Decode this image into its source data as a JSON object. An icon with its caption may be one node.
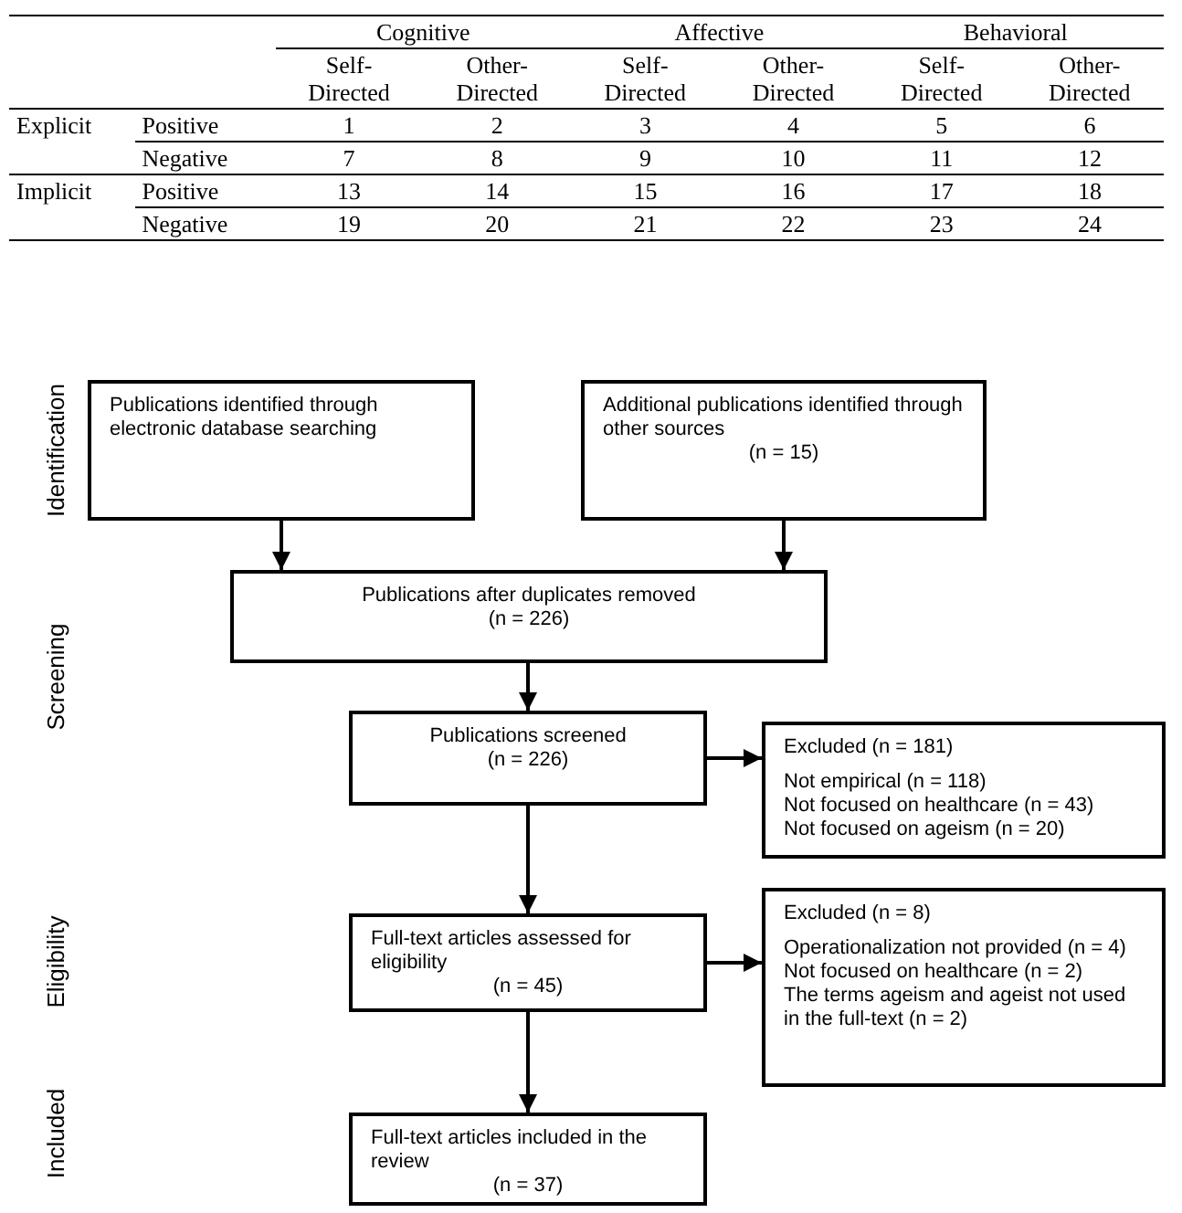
{
  "diagram": {
    "nodes": [
      {
        "text": [
          "Publications identified through electronic database searching"
        ]
      },
      {
        "text": [
          "Additional publications identified through other sources",
          "(n = 15)"
        ]
      },
      {
        "text": [
          "Publications after duplicates removed",
          "(n = 226)"
        ]
      },
      {
        "text": [
          "Publications screened",
          "(n = 226)"
        ]
      },
      {
        "text": [
          "Excluded (n = 181)",
          "Not empirical (n = 118)",
          "Not focused on healthcare (n = 43)",
          "Not focused on ageism (n = 20)"
        ]
      },
      {
        "text": [
          "Full-text articles assessed for eligibility",
          "(n = 45)"
        ]
      },
      {
        "text": [
          "Excluded (n = 8)",
          "Operationalization not provided (n = 4)",
          "Not focused on healthcare (n = 2)",
          "The terms ageism and ageist not used in the full-text (n = 2)"
        ]
      },
      {
        "text": [
          "Full-text articles included in the review",
          "(n = 37)"
        ]
      }
    ],
    "edges": [
      {
        "from": 0,
        "to": 2,
        "arrow": "to"
      },
      {
        "from": 1,
        "to": 2,
        "arrow": "to"
      },
      {
        "from": 2,
        "to": 3,
        "arrow": "to"
      },
      {
        "from": 3,
        "to": 4,
        "arrow": "to"
      },
      {
        "from": 3,
        "to": 5,
        "arrow": "to"
      },
      {
        "from": 5,
        "to": 6,
        "arrow": "to"
      },
      {
        "from": 5,
        "to": 7,
        "arrow": "to"
      }
    ],
    "labels": [
      "Cognitive",
      "Affective",
      "Behavioral",
      "Self- Directed",
      "Other- Directed",
      "Self- Directed",
      "Other- Directed",
      "Self- Directed",
      "Other- Directed",
      "Explicit",
      "Positive",
      "1",
      "2",
      "3",
      "4",
      "5",
      "6",
      "Negative",
      "7",
      "8",
      "9",
      "10",
      "11",
      "12",
      "Implicit",
      "Positive",
      "13",
      "14",
      "15",
      "16",
      "17",
      "18",
      "Negative",
      "19",
      "20",
      "21",
      "22",
      "23",
      "24",
      "Identification",
      "Screening",
      "Eligibility",
      "Included"
    ]
  }
}
